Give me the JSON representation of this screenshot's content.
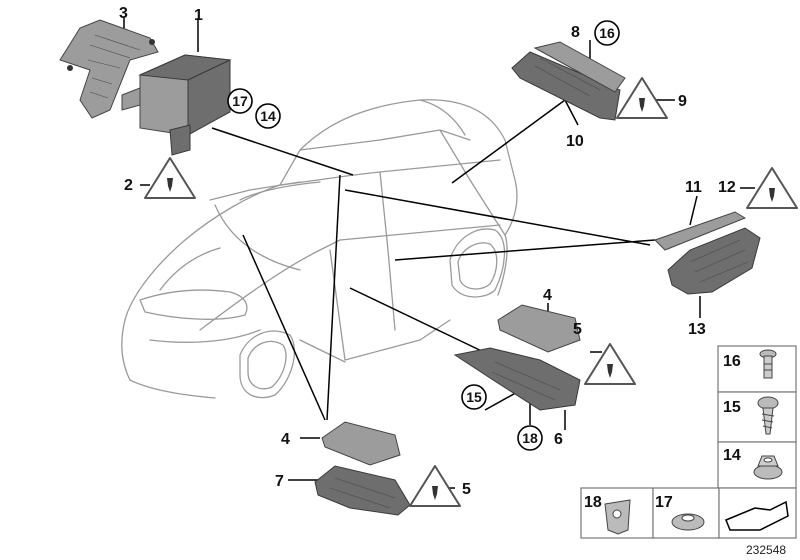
{
  "callouts": {
    "c1": "1",
    "c2": "2",
    "c3": "3",
    "c4a": "4",
    "c4b": "4",
    "c5a": "5",
    "c5b": "5",
    "c6": "6",
    "c7": "7",
    "c8": "8",
    "c9": "9",
    "c10": "10",
    "c11": "11",
    "c12": "12",
    "c13": "13",
    "c14": "14",
    "c15": "15",
    "c16": "16",
    "c17": "17",
    "c18": "18"
  },
  "legend": {
    "k16": "16",
    "k15": "15",
    "k14": "14",
    "k18": "18",
    "k17": "17"
  },
  "reference_number": "232548"
}
